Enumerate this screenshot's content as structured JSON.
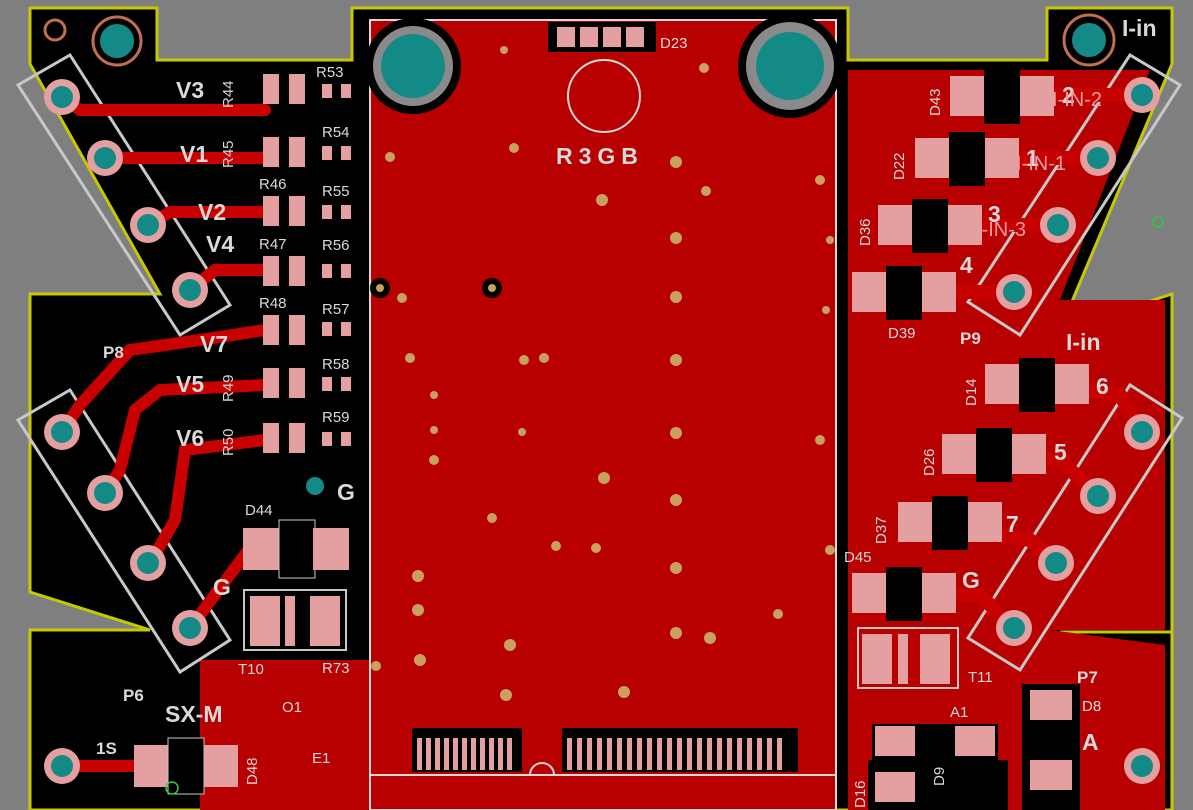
{
  "colors": {
    "background": "#7f7f7f",
    "board_black": "#000000",
    "copper_red": "#b80000",
    "trace_red": "#c80000",
    "pad_pink": "#e4a0a0",
    "pad_teal": "#138a86",
    "outline_yellow": "#c8c800",
    "silk_white": "#d9d9d9",
    "via_tan": "#c8a060"
  },
  "labels": {
    "module": "R3GB",
    "d23": "D23",
    "iin_top": "I-in",
    "iin_mid": "I-in",
    "v3": "V3",
    "v1": "V1",
    "v2": "V2",
    "v4": "V4",
    "v7": "V7",
    "v5": "V5",
    "v6": "V6",
    "r44": "R44",
    "r45": "R45",
    "r46": "R46",
    "r47": "R47",
    "r48": "R48",
    "r49": "R49",
    "r50": "R50",
    "r53": "R53",
    "r54": "R54",
    "r55": "R55",
    "r56": "R56",
    "r57": "R57",
    "r58": "R58",
    "r59": "R59",
    "p8": "P8",
    "p9": "P9",
    "p6": "P6",
    "p7": "P7",
    "g_left_top": "G",
    "g_left": "G",
    "g_right": "G",
    "d44": "D44",
    "d45": "D45",
    "t10": "T10",
    "t11": "T11",
    "r73": "R73",
    "sxm": "SX-M",
    "o1": "O1",
    "e1": "E1",
    "s1": "1S",
    "d48": "D48",
    "d43": "D43",
    "d22": "D22",
    "d36": "D36",
    "d39": "D39",
    "d14": "D14",
    "d26": "D26",
    "d37": "D37",
    "d16": "D16",
    "d9": "D9",
    "d8": "D8",
    "a1": "A1",
    "a": "A",
    "n1": "1",
    "n2": "2",
    "n3": "3",
    "n4": "4",
    "n5": "5",
    "n6": "6",
    "n7": "7",
    "iin1": "I-IN-1",
    "iin2": "I-IN-2",
    "iin3": "I-IN-3"
  }
}
